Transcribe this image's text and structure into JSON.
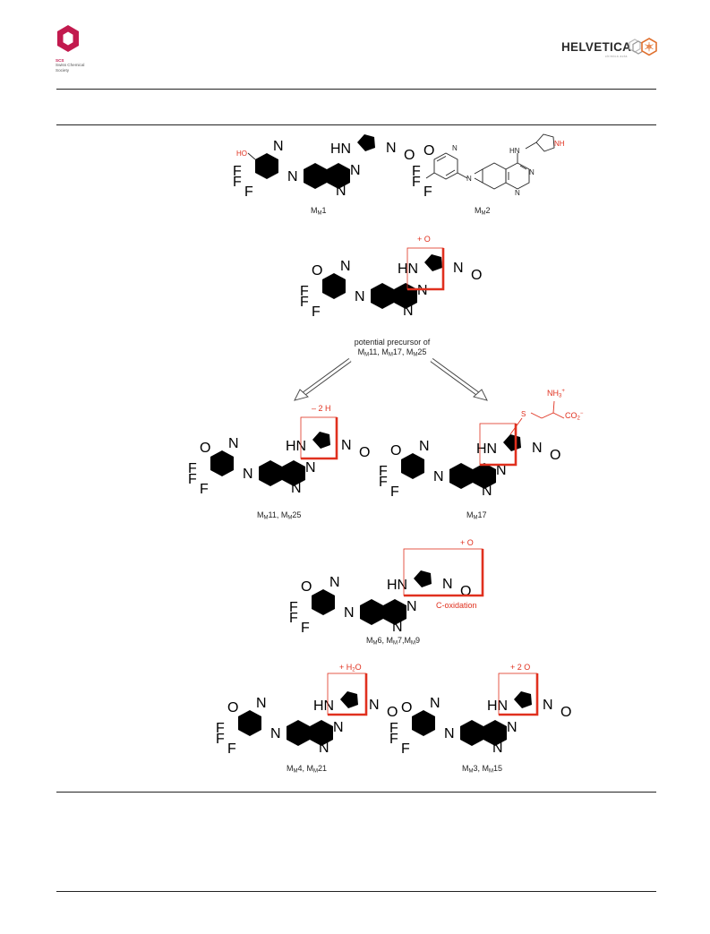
{
  "logos": {
    "left": {
      "icon": "scs-hexagon-logo-icon",
      "abbr": "SCS",
      "line1": "Swiss Chemical",
      "line2": "Society"
    },
    "right": {
      "icon": "helvetica-hexagon-logo-icon",
      "wordmark": "HELVETICA",
      "tagline": "chimica acta"
    }
  },
  "colors": {
    "highlight": "#e0301e",
    "brand_scs": "#c21a4e"
  },
  "labels": {
    "mm1": {
      "pre": "M",
      "sub": "M",
      "post": "1"
    },
    "mm2": {
      "pre": "M",
      "sub": "M",
      "post": "2"
    },
    "mm11_25": {
      "a": "M",
      "asub": "M",
      "b": "11, M",
      "bsub": "M",
      "c": "25"
    },
    "mm17": {
      "pre": "M",
      "sub": "M",
      "post": "17"
    },
    "mm6_7_9": {
      "a": "M",
      "asub": "M",
      "b": "6, M",
      "bsub": "M",
      "c": "7,M",
      "csub": "M",
      "d": "9"
    },
    "mm4_21": {
      "a": "M",
      "asub": "M",
      "b": "4, M",
      "bsub": "M",
      "c": "21"
    },
    "mm3_15": {
      "a": "M",
      "asub": "M",
      "b": "3, M",
      "bsub": "M",
      "c": "15"
    }
  },
  "precursor": {
    "line1": "potential precursor of",
    "l2a": "M",
    "l2asub": "M",
    "l2b": "11, M",
    "l2bsub": "M",
    "l2c": "17, M",
    "l2csub": "M",
    "l2d": "25"
  },
  "modifications": {
    "plus_o_top": "+ O",
    "minus_2h": "– 2 H",
    "plus_o_mid": "+ O",
    "c_oxidation": "C-oxidation",
    "plus_h2o_pre": "+ H",
    "plus_h2o_sub": "2",
    "plus_h2o_post": "O",
    "plus_2o": "+ 2 O"
  },
  "atoms": {
    "ho": "HO",
    "o": "O",
    "n": "N",
    "hn": "HN",
    "nh": "NH",
    "f": "F",
    "s": "S",
    "nh3_pre": "NH",
    "nh3_sub": "3",
    "nh3_sup": "+",
    "co2_pre": "CO",
    "co2_sub": "2",
    "co2_sup": "−"
  }
}
